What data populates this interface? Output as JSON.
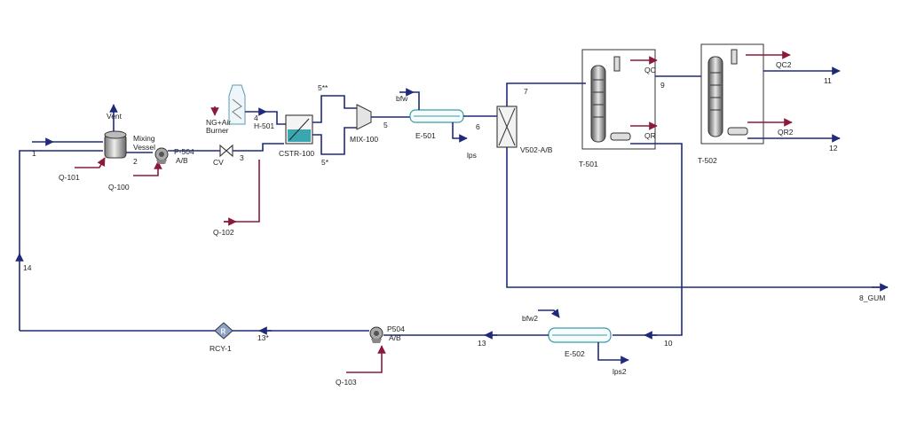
{
  "equipment": {
    "mixing_vessel": "Mixing\nVessel",
    "pump_1": "P-504\nA/B",
    "valve": "CV",
    "burner": "NG+Air\nBurner",
    "heater": "H-501",
    "reactor": "CSTR-100",
    "mixer": "MIX-100",
    "exchanger_1": "E-501",
    "vessel_2": "V502-A/B",
    "column_1": "T-501",
    "column_2": "T-502",
    "exchanger_2": "E-502",
    "pump_2": "P504\nA/B",
    "recycle": "RCY-1",
    "recycle_symbol": "R"
  },
  "streams": {
    "vent": "Vent",
    "s1": "1",
    "s2": "2",
    "s3": "3",
    "s4": "4",
    "s5": "5",
    "s5a": "5**",
    "s5b": "5*",
    "s6": "6",
    "s7": "7",
    "s8": "8_GUM",
    "s9": "9",
    "s10": "10",
    "s11": "11",
    "s12": "12",
    "s13": "13",
    "s13a": "13*",
    "s14": "14",
    "bfw": "bfw",
    "lps": "lps",
    "bfw2": "bfw2",
    "lps2": "lps2"
  },
  "energy": {
    "q101": "Q-101",
    "q100": "Q-100",
    "q102": "Q-102",
    "q103": "Q-103",
    "qc": "QC",
    "qr": "QR",
    "qc2": "QC2",
    "qr2": "QR2"
  },
  "colors": {
    "material_stream": "#1f2a7a",
    "energy_stream": "#8b1a3a",
    "reactor_fill": "#3aa6b0",
    "exchanger_stroke": "#3a9aa8"
  }
}
